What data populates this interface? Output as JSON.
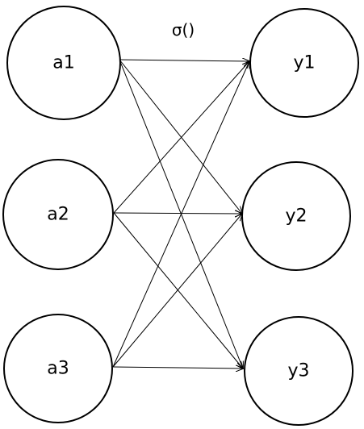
{
  "diagram": {
    "function_label": "σ()",
    "inputs": [
      {
        "label": "a1"
      },
      {
        "label": "a2"
      },
      {
        "label": "a3"
      }
    ],
    "outputs": [
      {
        "label": "y1"
      },
      {
        "label": "y2"
      },
      {
        "label": "y3"
      }
    ],
    "edges": "fully-connected"
  }
}
